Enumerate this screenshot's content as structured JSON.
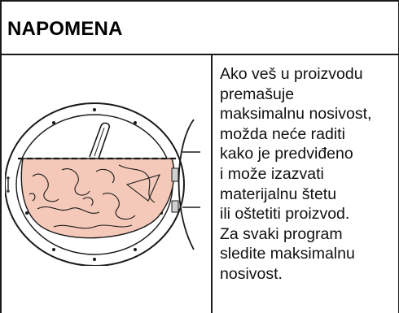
{
  "notice": {
    "heading": "NAPOMENA",
    "text_lines": [
      "Ako veš u proizvodu",
      "premašuje",
      "maksimalnu nosivost,",
      "možda neće raditi",
      "kako je predviđeno",
      "i može izazvati",
      "materijalnu štetu",
      "ili oštetiti proizvod.",
      "Za svaki program",
      "sledite maksimalnu",
      "nosivost."
    ]
  },
  "illustration": {
    "icon": "dryer-drum-overload-icon",
    "laundry_color": "#f5c9b9",
    "outline_color": "#1a1a1a"
  }
}
